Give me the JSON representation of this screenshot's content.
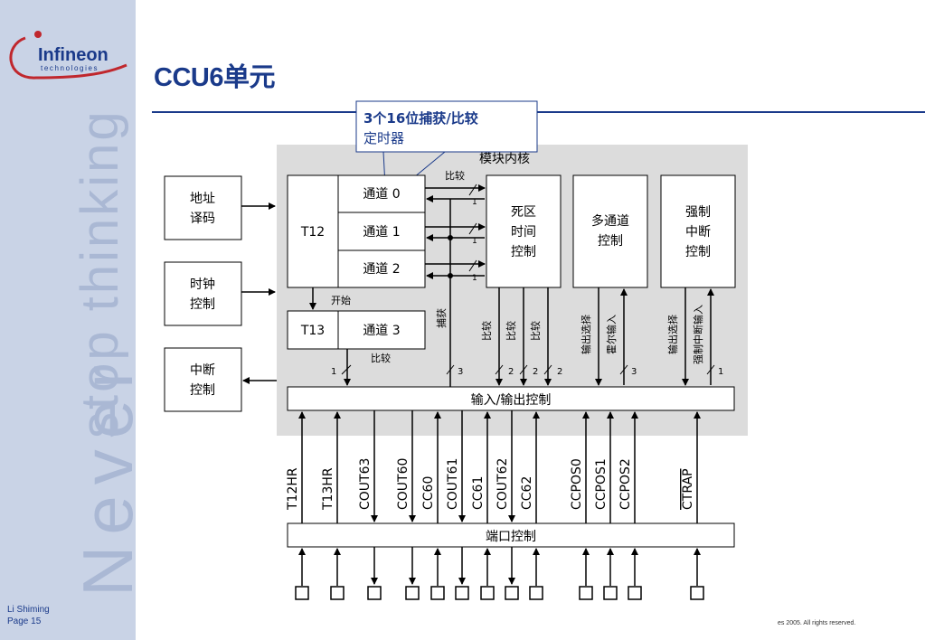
{
  "slide": {
    "title": "CCU6单元",
    "author": "Li Shiming",
    "page": "Page 15",
    "copyright": "es 2005. All rights reserved."
  },
  "logo": {
    "brand": "Infineon",
    "sub": "technologies"
  },
  "watermark": {
    "line1": "stop thinking",
    "line2": "Never"
  },
  "diagram": {
    "callout": [
      "3个16位捕获/比较",
      "定时器"
    ],
    "module_label": "模块内核",
    "left_blocks": [
      {
        "name": "addr",
        "lines": [
          "地址",
          "译码"
        ]
      },
      {
        "name": "clock",
        "lines": [
          "时钟",
          "控制"
        ]
      },
      {
        "name": "irq",
        "lines": [
          "中断",
          "控制"
        ]
      }
    ],
    "t12": "T12",
    "t13": "T13",
    "channels": [
      "通道 0",
      "通道 1",
      "通道 2",
      "通道 3"
    ],
    "blocks": {
      "deadtime": [
        "死区",
        "时间",
        "控制"
      ],
      "multichannel": [
        "多通道",
        "控制"
      ],
      "trap": [
        "强制",
        "中断",
        "控制"
      ]
    },
    "labels": {
      "compare": "比较",
      "start": "开始",
      "capture": "捕获",
      "out_select": "输出选择",
      "hall_input": "霍尔输入",
      "trap_input": "强制中断输入"
    },
    "io_bar": "输入/输出控制",
    "port_bar": "端口控制",
    "bus_widths": {
      "one": "1",
      "two": "2",
      "three": "3"
    },
    "signals": [
      "T12HR",
      "T13HR",
      "COUT63",
      "COUT60",
      "CC60",
      "COUT61",
      "CC61",
      "COUT62",
      "CC62",
      "CCPOS0",
      "CCPOS1",
      "CCPOS2",
      "CTRAP"
    ]
  }
}
